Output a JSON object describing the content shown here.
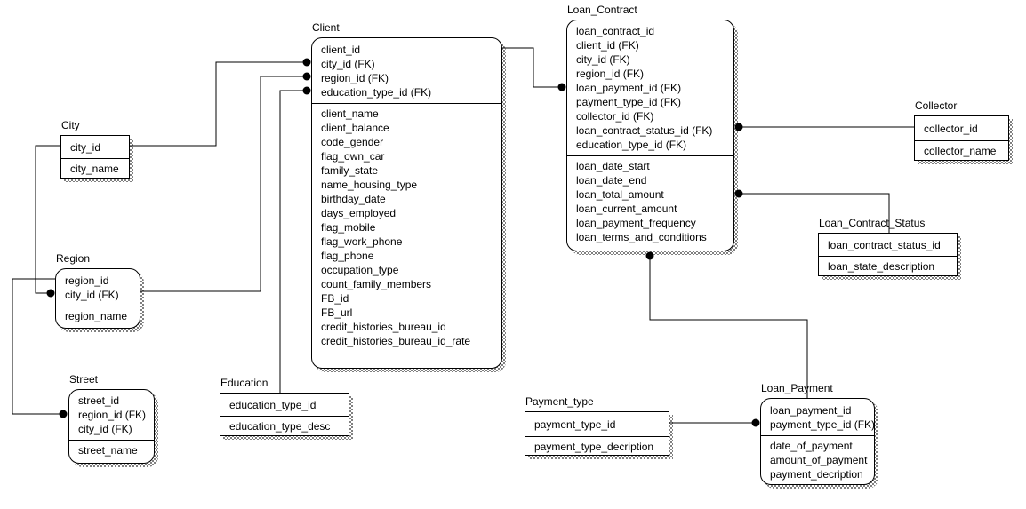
{
  "diagram": {
    "kind": "entity-relationship-diagram",
    "colors": {
      "background": "#ffffff",
      "line": "#000000",
      "entity_border": "#000000",
      "entity_fill": "#ffffff",
      "text": "#000000",
      "shadow": "#808080"
    }
  },
  "entities": [
    {
      "name": "City",
      "shape": "square",
      "keys": [
        "city_id"
      ],
      "attributes": [
        "city_name"
      ]
    },
    {
      "name": "Region",
      "shape": "rounded",
      "keys": [
        "region_id",
        "city_id (FK)"
      ],
      "attributes": [
        "region_name"
      ]
    },
    {
      "name": "Street",
      "shape": "rounded",
      "keys": [
        "street_id",
        "region_id (FK)",
        "city_id (FK)"
      ],
      "attributes": [
        "street_name"
      ]
    },
    {
      "name": "Education",
      "shape": "square",
      "keys": [
        "education_type_id"
      ],
      "attributes": [
        "education_type_desc"
      ]
    },
    {
      "name": "Client",
      "shape": "rounded",
      "keys": [
        "client_id",
        "city_id (FK)",
        "region_id (FK)",
        "education_type_id (FK)"
      ],
      "attributes": [
        "client_name",
        "client_balance",
        "code_gender",
        "flag_own_car",
        "family_state",
        "name_housing_type",
        "birthday_date",
        "days_employed",
        "flag_mobile",
        "flag_work_phone",
        "flag_phone",
        "occupation_type",
        "count_family_members",
        "FB_id",
        "FB_url",
        "credit_histories_bureau_id",
        "credit_histories_bureau_id_rate"
      ]
    },
    {
      "name": "Loan_Contract",
      "shape": "rounded",
      "keys": [
        "loan_contract_id",
        "client_id (FK)",
        "city_id (FK)",
        "region_id (FK)",
        "loan_payment_id (FK)",
        "payment_type_id (FK)",
        "collector_id (FK)",
        "loan_contract_status_id (FK)",
        "education_type_id (FK)"
      ],
      "attributes": [
        "loan_date_start",
        "loan_date_end",
        "loan_total_amount",
        "loan_current_amount",
        "loan_payment_frequency",
        "loan_terms_and_conditions"
      ]
    },
    {
      "name": "Collector",
      "shape": "square",
      "keys": [
        "collector_id"
      ],
      "attributes": [
        "collector_name"
      ]
    },
    {
      "name": "Loan_Contract_Status",
      "shape": "square",
      "keys": [
        "loan_contract_status_id"
      ],
      "attributes": [
        "loan_state_description"
      ]
    },
    {
      "name": "Payment_type",
      "shape": "square",
      "keys": [
        "payment_type_id"
      ],
      "attributes": [
        "payment_type_decription"
      ]
    },
    {
      "name": "Loan_Payment",
      "shape": "rounded",
      "keys": [
        "loan_payment_id",
        "payment_type_id (FK)"
      ],
      "attributes": [
        "date_of_payment",
        "amount_of_payment",
        "payment_decription"
      ]
    }
  ],
  "relationships": [
    {
      "parent": "City",
      "child": "Region",
      "foreign_key": "city_id"
    },
    {
      "parent": "City",
      "child": "Client",
      "foreign_key": "city_id"
    },
    {
      "parent": "Region",
      "child": "Street",
      "foreign_key": "region_id"
    },
    {
      "parent": "Region",
      "child": "Client",
      "foreign_key": "region_id"
    },
    {
      "parent": "Education",
      "child": "Client",
      "foreign_key": "education_type_id"
    },
    {
      "parent": "Client",
      "child": "Loan_Contract",
      "foreign_key": "client_id"
    },
    {
      "parent": "Collector",
      "child": "Loan_Contract",
      "foreign_key": "collector_id"
    },
    {
      "parent": "Loan_Contract_Status",
      "child": "Loan_Contract",
      "foreign_key": "loan_contract_status_id"
    },
    {
      "parent": "Loan_Payment",
      "child": "Loan_Contract",
      "foreign_key": "loan_payment_id"
    },
    {
      "parent": "Payment_type",
      "child": "Loan_Payment",
      "foreign_key": "payment_type_id"
    }
  ]
}
